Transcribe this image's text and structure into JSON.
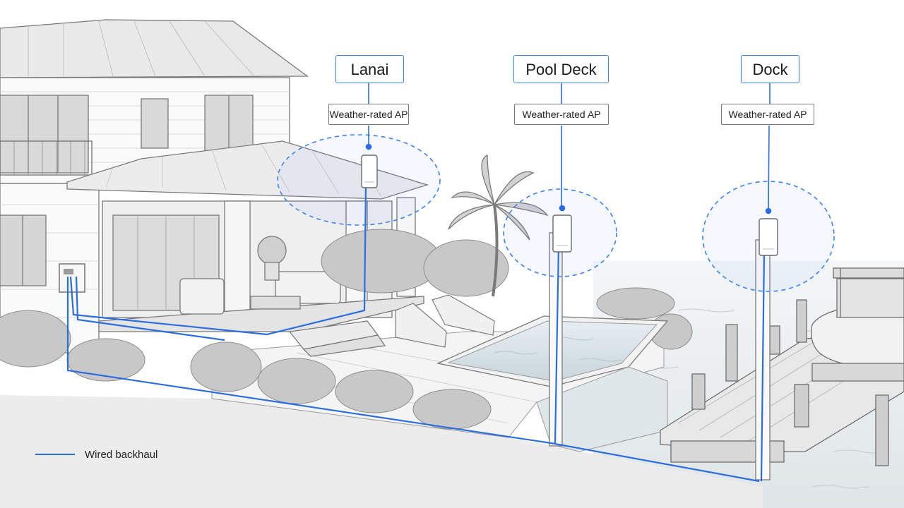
{
  "zones": [
    {
      "name": "Lanai",
      "ap_label": "Weather-rated AP"
    },
    {
      "name": "Pool Deck",
      "ap_label": "Weather-rated AP"
    },
    {
      "name": "Dock",
      "ap_label": "Weather-rated AP"
    }
  ],
  "legend": {
    "wired_label": "Wired backhaul"
  },
  "colors": {
    "backhaul": "#2b6de0",
    "coverage": "#3b82f6",
    "label_border": "#3b82f6",
    "sketch": "#8a8a8a"
  },
  "icons": [
    "house",
    "palm-tree",
    "pool",
    "dock",
    "boat",
    "access-point",
    "network-panel"
  ]
}
